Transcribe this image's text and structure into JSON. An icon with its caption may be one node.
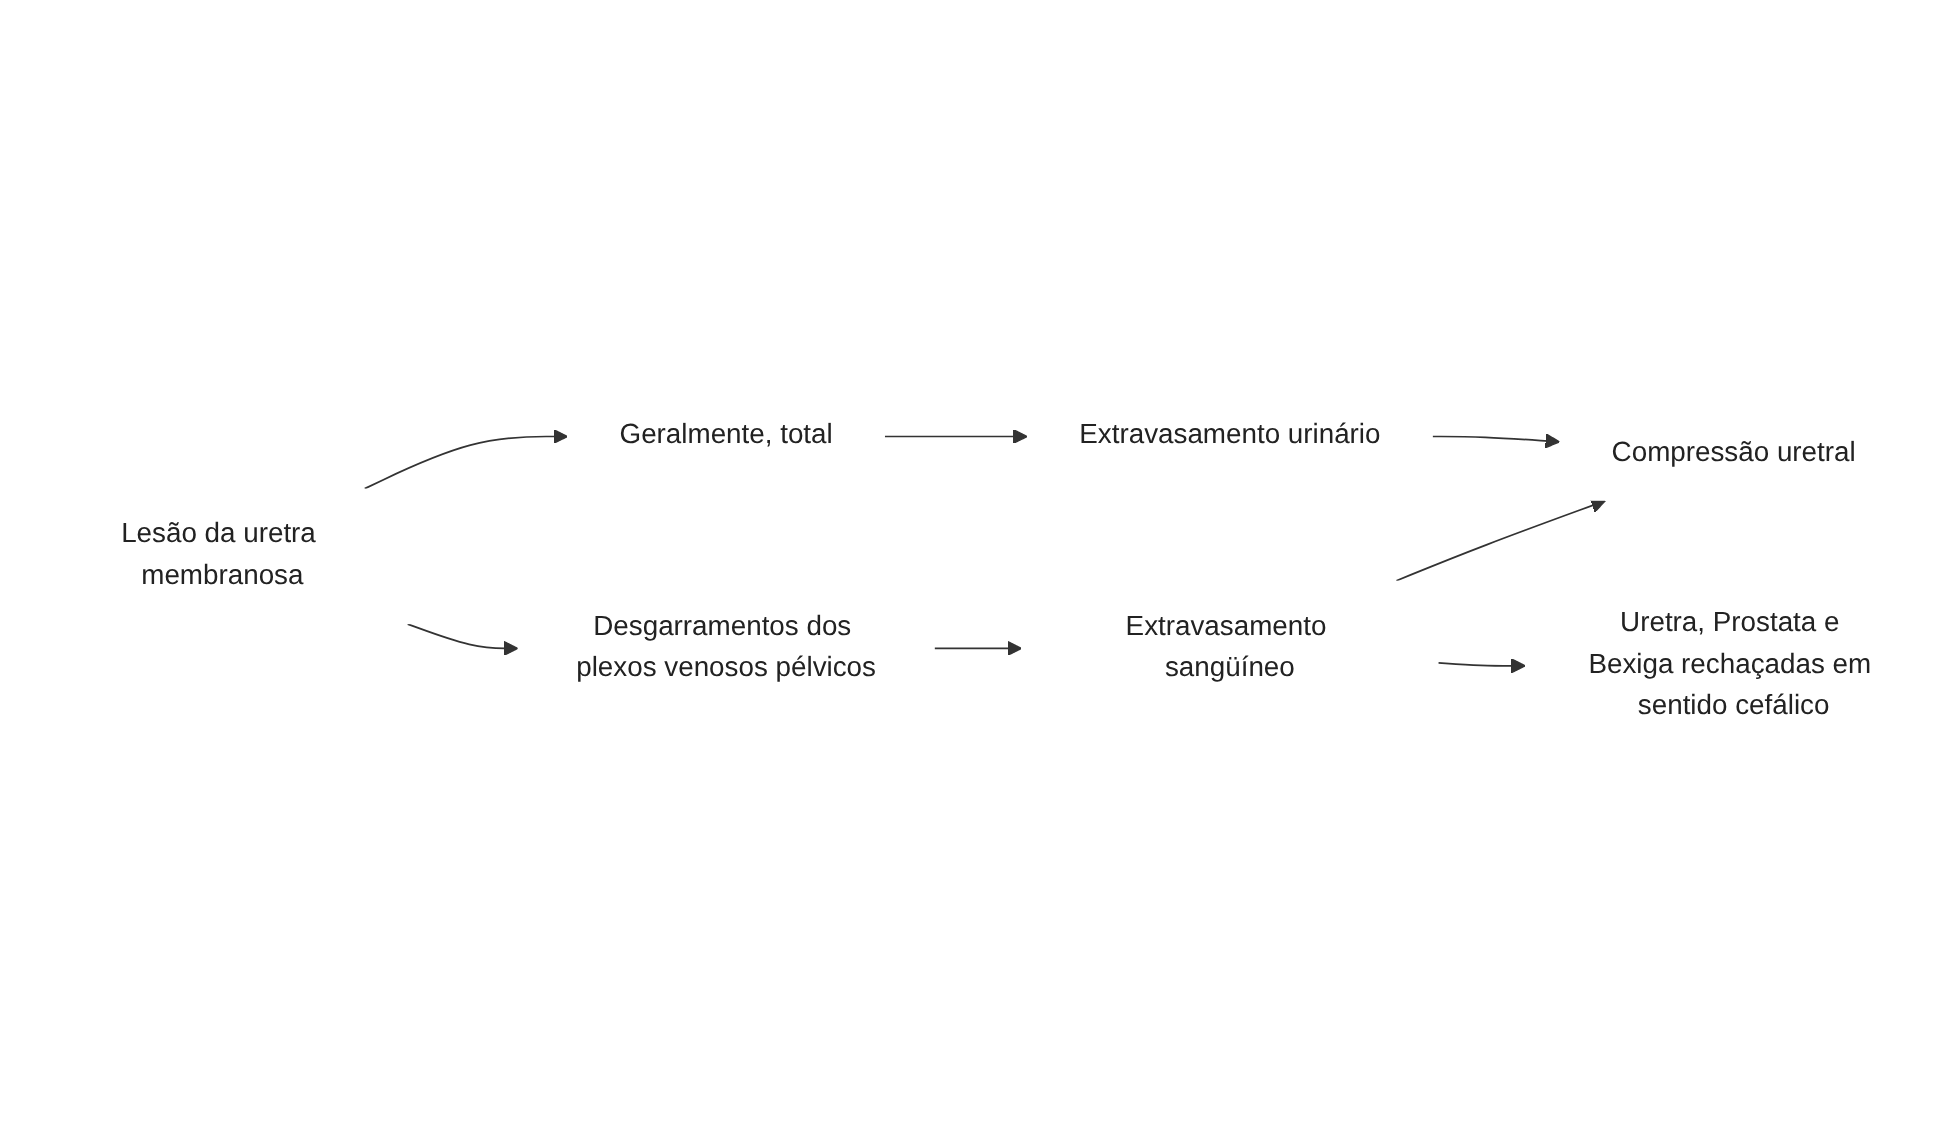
{
  "diagram": {
    "nodes": [
      {
        "text": [
          "Lesão da uretra membranosa"
        ]
      },
      {
        "text": [
          "Geralmente, total"
        ]
      },
      {
        "text": [
          "Extravasamento urinário"
        ]
      },
      {
        "text": [
          "Compressão uretral"
        ]
      },
      {
        "text": [
          "Desgarramentos dos plexos venosos pélvicos"
        ]
      },
      {
        "text": [
          "Extravasamento sangüíneo"
        ]
      },
      {
        "text": [
          "Uretra, Prostata e Bexiga rechaçadas em sentido cefálico"
        ]
      }
    ],
    "edges": [
      {
        "from": 0,
        "to": 1,
        "arrow": "to"
      },
      {
        "from": 1,
        "to": 2,
        "arrow": "to"
      },
      {
        "from": 0,
        "to": 4,
        "arrow": "to"
      },
      {
        "from": 2,
        "to": 3,
        "arrow": "to"
      },
      {
        "from": 4,
        "to": 5,
        "arrow": "to"
      },
      {
        "from": 5,
        "to": 3,
        "arrow": "to"
      },
      {
        "from": 5,
        "to": 6,
        "arrow": "to"
      }
    ]
  }
}
